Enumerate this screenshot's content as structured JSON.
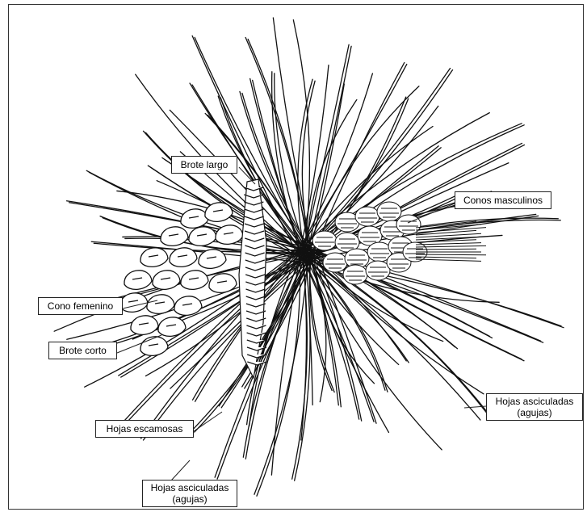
{
  "labels": {
    "brote_largo": "Brote largo",
    "conos_masculinos": "Conos masculinos",
    "cono_femenino": "Cono femenino",
    "brote_corto": "Brote corto",
    "hojas_escamosas": "Hojas escamosas",
    "hojas_aciculadas_right_line1": "Hojas asciculadas",
    "hojas_aciculadas_right_line2": "(agujas)",
    "hojas_aciculadas_bottom_line1": "Hojas asciculadas",
    "hojas_aciculadas_bottom_line2": "(agujas)"
  },
  "colors": {
    "line": "#111111",
    "background": "#ffffff"
  }
}
